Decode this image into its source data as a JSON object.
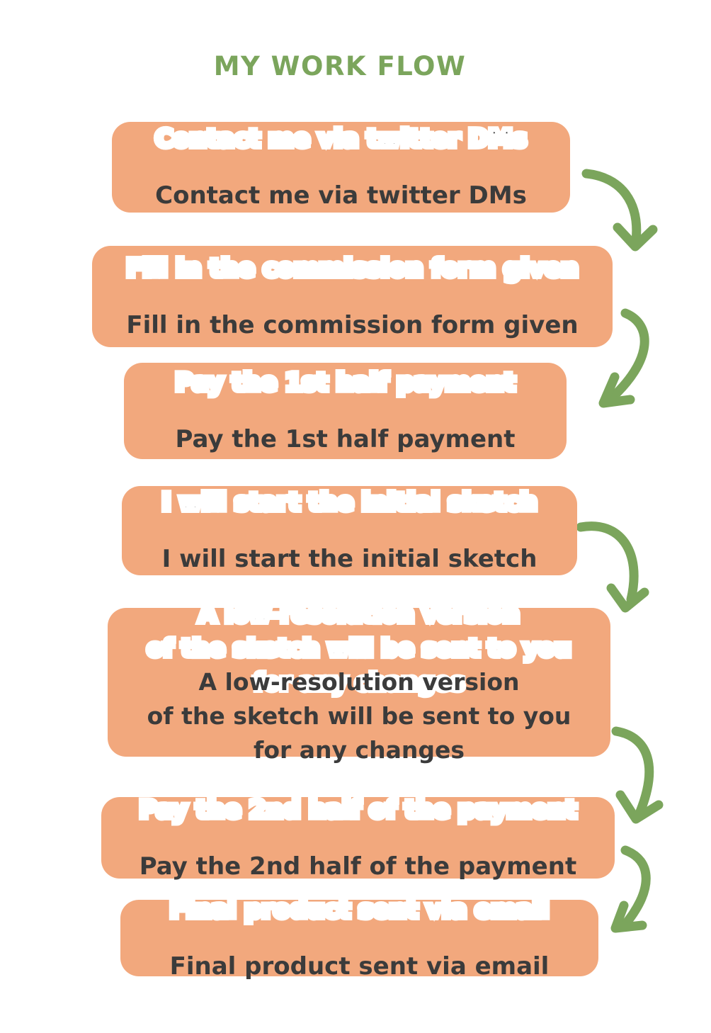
{
  "title": "MY WORK FLOW",
  "colors": {
    "background": "#ffffff",
    "box_fill": "#f2a87d",
    "text": "#3b3b3b",
    "text_outline": "#ffffff",
    "accent_green": "#7ba55c"
  },
  "steps": [
    {
      "label": "Contact me via twitter DMs"
    },
    {
      "label": "Fill in the commission form given"
    },
    {
      "label": "Pay the 1st half payment"
    },
    {
      "label": "I will start the initial sketch"
    },
    {
      "label": "A low-resolution version\nof the sketch will be sent to you\nfor any changes"
    },
    {
      "label": "Pay the 2nd half of the payment"
    },
    {
      "label": "Final product sent via email"
    }
  ]
}
